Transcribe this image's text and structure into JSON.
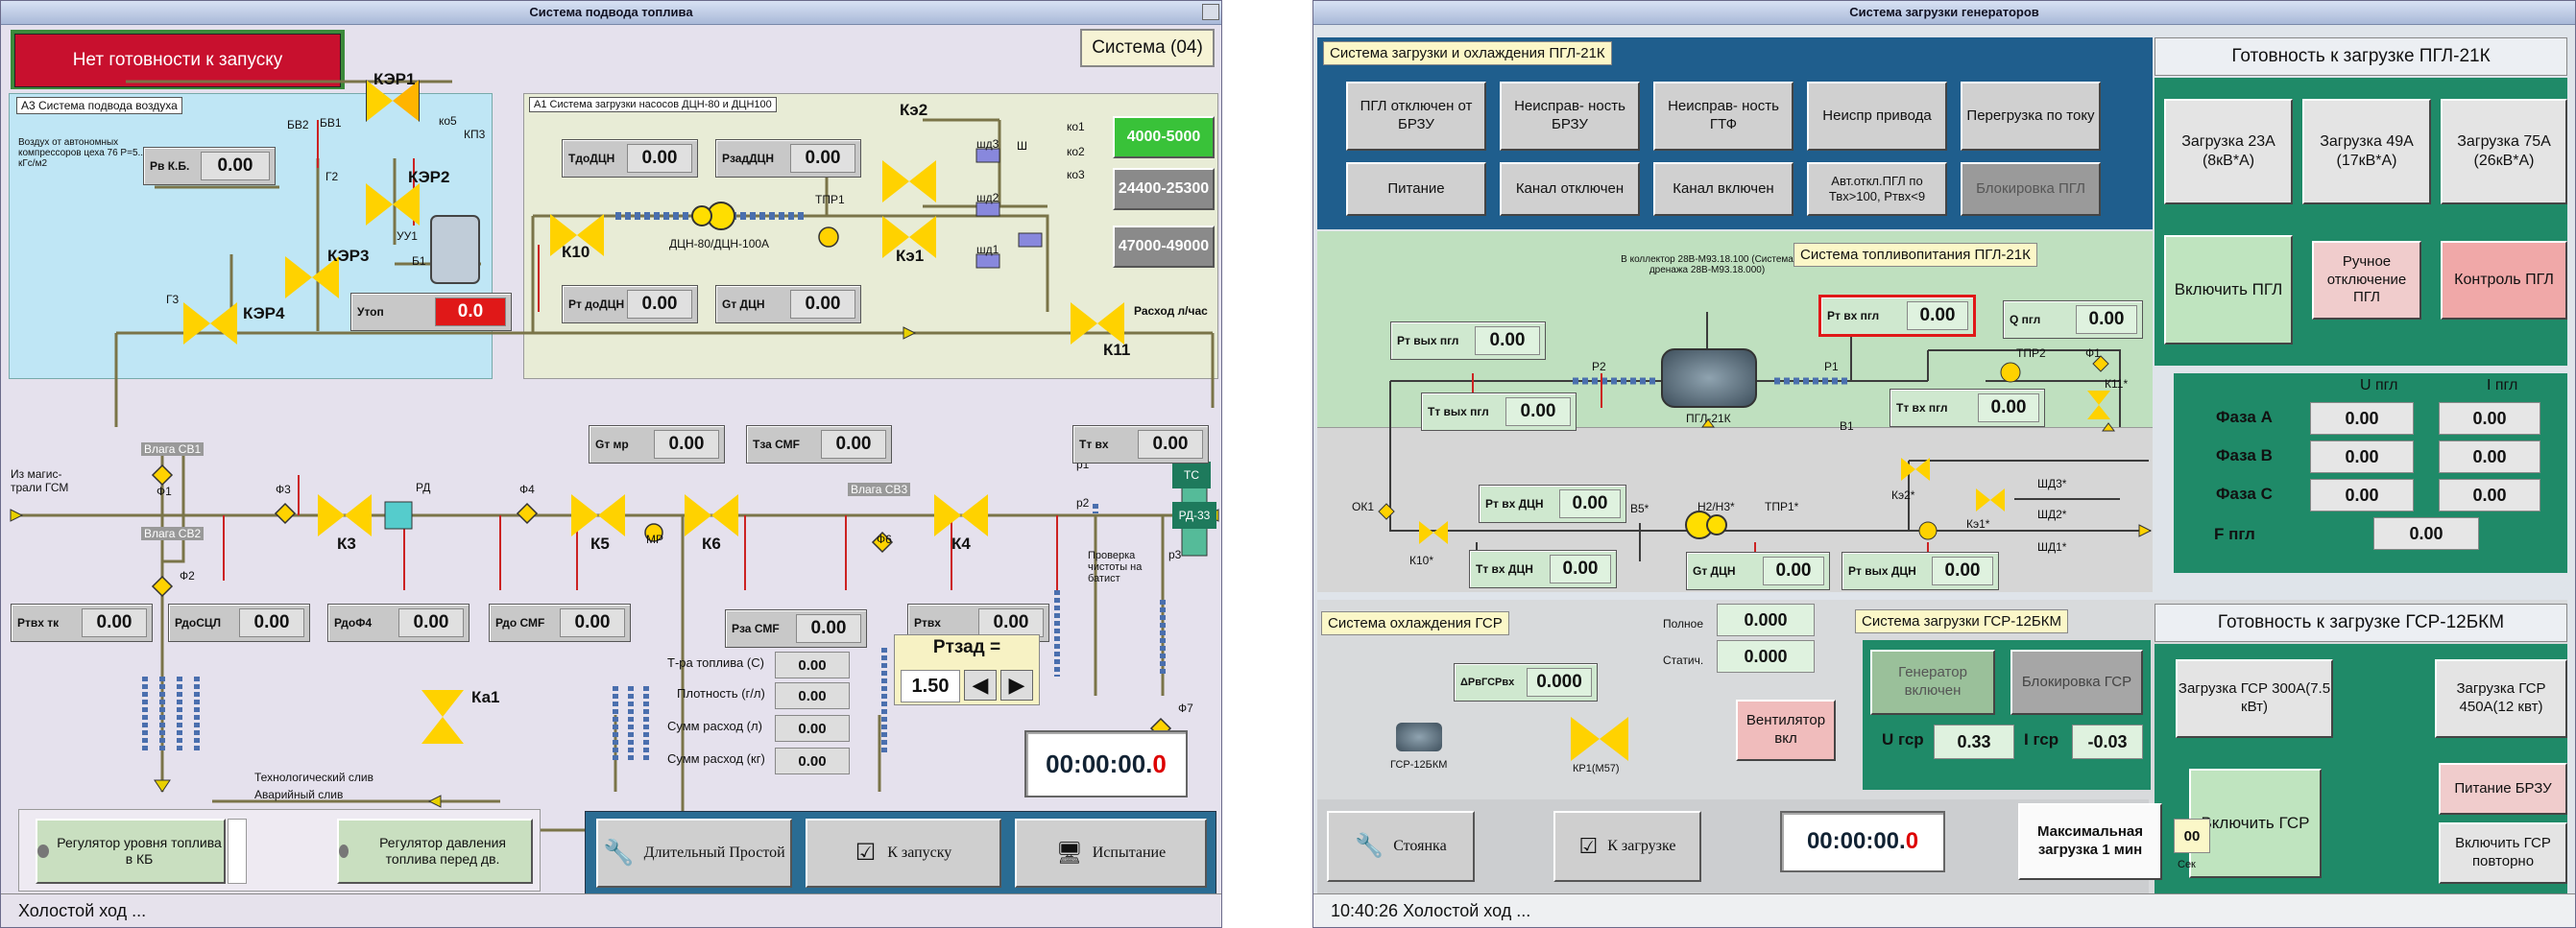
{
  "left": {
    "window_title": "Система подвода топлива",
    "not_ready": "Нет готовности к запуску",
    "system_badge": "Система (04)",
    "air_panel_title": "А3 Система подвода воздуха",
    "air_note": "Воздух от автономных компрессоров цеха 76 Р=5...6 кГс/м2",
    "pump_panel_title": "А1 Система загрузки насосов ДЦН-80 и ДЦН100",
    "valves": {
      "ker1": "КЭР1",
      "ker2": "КЭР2",
      "ker3": "КЭР3",
      "ker4": "КЭР4",
      "k10": "К10",
      "ke2": "Кэ2",
      "ke1": "Кэ1",
      "k11": "К11",
      "k3": "К3",
      "k5": "К5",
      "k6": "К6",
      "k4": "К4",
      "ka1": "Ка1"
    },
    "small_labels": {
      "bv2": "БВ2",
      "bv1": "БВ1",
      "ko5": "ко5",
      "kp3": "КП3",
      "g2": "Г2",
      "uu1": "УУ1",
      "b1": "Б1",
      "g3": "Г3",
      "tpr1": "ТПР1",
      "sh": "Ш",
      "ko1": "ко1",
      "ko2": "ко2",
      "ko3": "ко3",
      "shd3": "шд3",
      "shd2": "шд2",
      "shd1": "шд1",
      "pump": "ДЦН-80/ДЦН-100А",
      "flow": "Расход л/час",
      "f1": "Ф1",
      "f2": "Ф2",
      "f3": "Ф3",
      "f4": "Ф4",
      "f6": "Ф6",
      "f7": "Ф7",
      "rd": "РД",
      "mr": "МР",
      "p1": "р1",
      "p2": "р2",
      "p3": "р3",
      "vlaga_sv1": "Влага СВ1",
      "vlaga_sv2": "Влага СВ2",
      "vlaga_sv3": "Влага СВ3",
      "from_main": "Из магис- трали ГСМ",
      "check": "Проверка чистоты на батист",
      "tech_drain": "Технологический слив",
      "emerg_drain": "Аварийный слив",
      "tc": "ТС",
      "rd33": "РД-33"
    },
    "readouts": {
      "rek": {
        "label": "Рв К.Б.",
        "value": "0.00"
      },
      "tdo": {
        "label": "ТдоДЦН",
        "value": "0.00"
      },
      "rzad": {
        "label": "РзадДЦН",
        "value": "0.00"
      },
      "rtdo": {
        "label": "Рт доДЦН",
        "value": "0.00"
      },
      "gt": {
        "label": "Gт ДЦН",
        "value": "0.00"
      },
      "utop": {
        "label": "Утоп",
        "value": "0.0"
      },
      "gtmr": {
        "label": "Gт мр",
        "value": "0.00"
      },
      "tsmf": {
        "label": "Тза СМF",
        "value": "0.00"
      },
      "tvx": {
        "label": "Тт вх",
        "value": "0.00"
      },
      "rtvx": {
        "label": "Ртвх тк",
        "value": "0.00"
      },
      "rdosc": {
        "label": "РдоСЦЛ",
        "value": "0.00"
      },
      "rdf4": {
        "label": "РдоФ4",
        "value": "0.00"
      },
      "rdsmf": {
        "label": "Рдо СМF",
        "value": "0.00"
      },
      "rzsmf": {
        "label": "Рза СМF",
        "value": "0.00"
      },
      "rvx": {
        "label": "Ртвх",
        "value": "0.00"
      }
    },
    "range_buttons": [
      "4000-5000",
      "24400-25300",
      "47000-49000"
    ],
    "stats": [
      {
        "label": "Т-ра топлива (С)",
        "value": "0.00"
      },
      {
        "label": "Плотность (г/л)",
        "value": "0.00"
      },
      {
        "label": "Сумм расход (л)",
        "value": "0.00"
      },
      {
        "label": "Сумм расход (кг)",
        "value": "0.00"
      }
    ],
    "rtzad_label": "Ртзад =",
    "rtzad_value": "1.50",
    "timer": "00:00:00.",
    "timer_tail": "0",
    "regulator1": "Регулятор уровня топлива в КБ",
    "regulator2": "Регулятор давления топлива перед дв.",
    "btn_long": "Длительный Простой",
    "btn_start": "К запуску",
    "btn_test": "Испытание",
    "status": "Холостой ход ..."
  },
  "right": {
    "window_title": "Система загрузки генераторов",
    "pgl_panel_title": "Система загрузки и охлаждения ПГЛ-21К",
    "pgl_ready_title": "Готовность к загрузке ПГЛ-21К",
    "status_buttons": [
      "ПГЛ отключен от БРЗУ",
      "Неисправ- ность БРЗУ",
      "Неисправ- ность ГТФ",
      "Неиспр привода",
      "Перегрузка по току",
      "Питание",
      "Канал отключен",
      "Канал включен",
      "Авт.откл.ПГЛ по Твх>100, Ртвх<9",
      "Блокировка ПГЛ"
    ],
    "load_buttons": [
      "Загрузка 23А (8кВ*А)",
      "Загрузка 49А (17кВ*А)",
      "Загрузка 75А (26кВ*А)"
    ],
    "enable_pgl": "Включить ПГЛ",
    "manual_off": "Ручное отключение ПГЛ",
    "control_pgl": "Контроль ПГЛ",
    "fuel_title": "Система топливопитания ПГЛ-21К",
    "collector_note": "В коллектор 28В-М93.18.100 (Система дренажа 28В-М93.18.000)",
    "labels": {
      "p2": "Р2",
      "p1": "Р1",
      "pgl": "ПГЛ-21К",
      "v1": "В1",
      "tpr2": "ТПР2",
      "f1": "Ф1",
      "k11": "К11*",
      "ok1": "ОК1",
      "k10": "К10*",
      "v5": "В5*",
      "pump": "Н2/Н3*",
      "tpr1": "ТПР1*",
      "ke2": "Кэ2*",
      "ke1": "Кэ1*",
      "shd3": "ШД3*",
      "shd2": "ШД2*",
      "shd1": "ШД1*",
      "gsr": "ГСР-12БКМ",
      "kr1": "КР1(М57)",
      "full": "Полное",
      "static": "Статич."
    },
    "readouts": {
      "rtvx": {
        "label": "Рт вх пгл",
        "value": "0.00"
      },
      "qpgl": {
        "label": "Q пгл",
        "value": "0.00"
      },
      "rtvyx": {
        "label": "Рт вых пгл",
        "value": "0.00"
      },
      "ttvyx": {
        "label": "Тт вых пгл",
        "value": "0.00"
      },
      "ttvx": {
        "label": "Тт вх пгл",
        "value": "0.00"
      },
      "rtvxdcn": {
        "label": "Рт вх ДЦН",
        "value": "0.00"
      },
      "ttvxdcn": {
        "label": "Тт вх ДЦН",
        "value": "0.00"
      },
      "gtdcn": {
        "label": "Gт ДЦН",
        "value": "0.00"
      },
      "rtvyxdcn": {
        "label": "Рт вых ДЦН",
        "value": "0.00"
      },
      "drgsr": {
        "label": "ΔРвГСРвх",
        "value": "0.000"
      }
    },
    "phase_head_u": "U пгл",
    "phase_head_i": "I пгл",
    "phases": [
      {
        "label": "Фаза А",
        "u": "0.00",
        "i": "0.00"
      },
      {
        "label": "Фаза В",
        "u": "0.00",
        "i": "0.00"
      },
      {
        "label": "Фаза С",
        "u": "0.00",
        "i": "0.00"
      }
    ],
    "f_label": "F пгл",
    "f_value": "0.00",
    "gsr_cool_title": "Система охлаждения ГСР",
    "full_value": "0.000",
    "static_value": "0.000",
    "fan": "Вентилятор вкл",
    "gsr_load_title": "Система загрузки ГСР-12БКМ",
    "gen_on": "Генератор включен",
    "block_gsr": "Блокировка ГСР",
    "u_gsr_label": "U гср",
    "u_gsr": "0.33",
    "i_gsr_label": "I гср",
    "i_gsr": "-0.03",
    "gsr_ready_title": "Готовность к загрузке ГСР-12БКМ",
    "gsr_load1": "Загрузка ГСР 300А(7.5 кВт)",
    "gsr_load2": "Загрузка ГСР 450А(12 квт)",
    "enable_gsr": "Включить ГСР",
    "power_brzu": "Питание БРЗУ",
    "reenable_gsr": "Включить ГСР повторно",
    "btn_parking": "Стоянка",
    "btn_load": "К загрузке",
    "timer": "00:00:00.",
    "timer_tail": "0",
    "max_load": "Максимальная загрузка 1 мин",
    "sec_value": "00",
    "sec_label": "Сек",
    "status": "10:40:26 Холостой ход ..."
  },
  "colors": {
    "accent_red": "#c8102e",
    "panel_green": "#1f8a68",
    "panel_blue": "#1a5f8f",
    "alarm_red": "#e01818"
  }
}
